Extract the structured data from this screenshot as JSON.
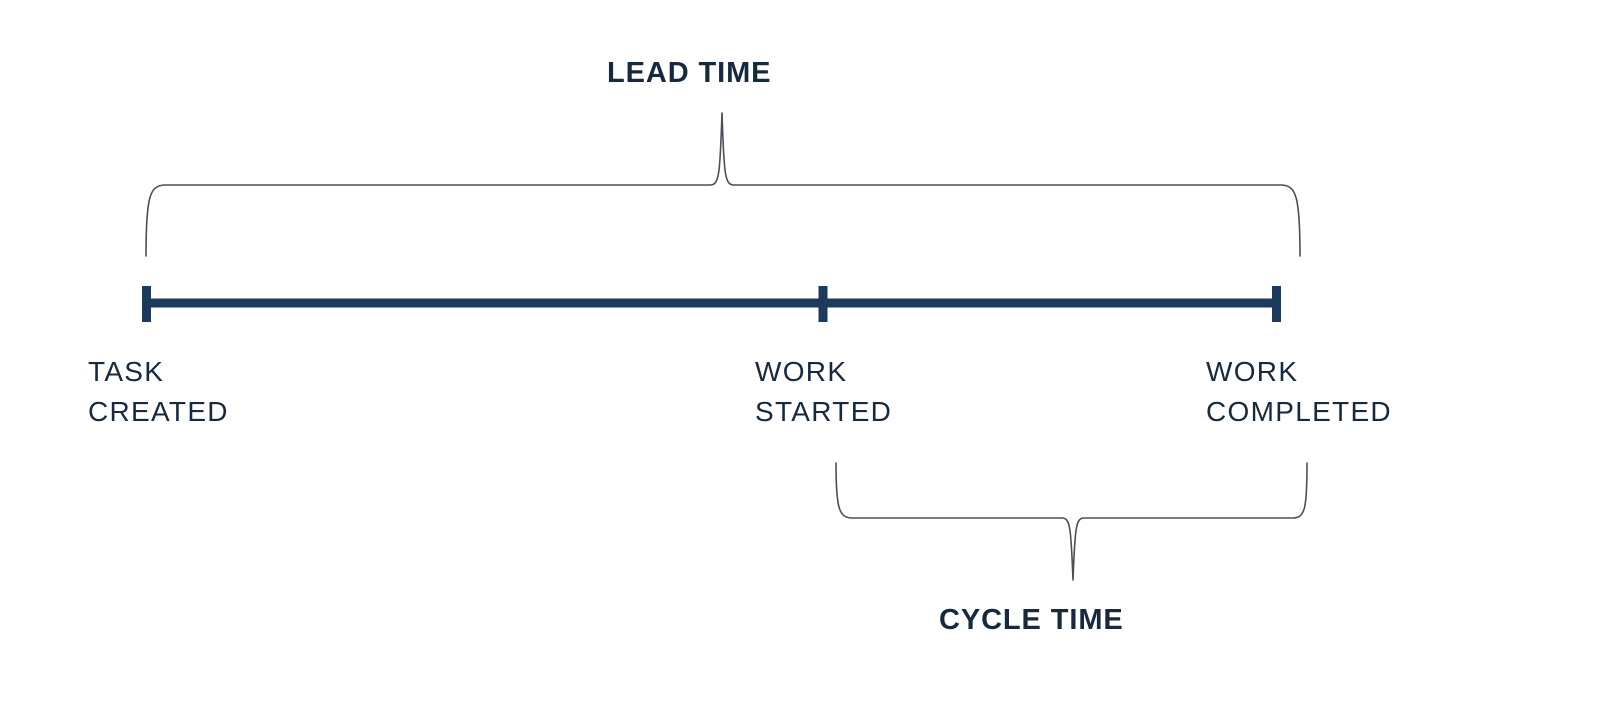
{
  "diagram": {
    "title_lead": "LEAD TIME",
    "title_cycle": "CYCLE TIME",
    "background_color": "#ffffff",
    "bar_color": "#1b3a5c",
    "brace_color": "#4a5058",
    "text_color": "#16293f",
    "milestones": [
      {
        "id": "task-created",
        "label": "TASK\nCREATED",
        "line1": "TASK",
        "line2": "CREATED"
      },
      {
        "id": "work-started",
        "label": "WORK\nSTARTED",
        "line1": "WORK",
        "line2": "STARTED"
      },
      {
        "id": "work-completed",
        "label": "WORK\nCOMPLETED",
        "line1": "WORK",
        "line2": "COMPLETED"
      }
    ],
    "spans": [
      {
        "id": "lead-time",
        "label": "LEAD TIME",
        "from": "TASK CREATED",
        "to": "WORK COMPLETED",
        "position": "above"
      },
      {
        "id": "cycle-time",
        "label": "CYCLE TIME",
        "from": "WORK STARTED",
        "to": "WORK COMPLETED",
        "position": "below"
      }
    ]
  }
}
